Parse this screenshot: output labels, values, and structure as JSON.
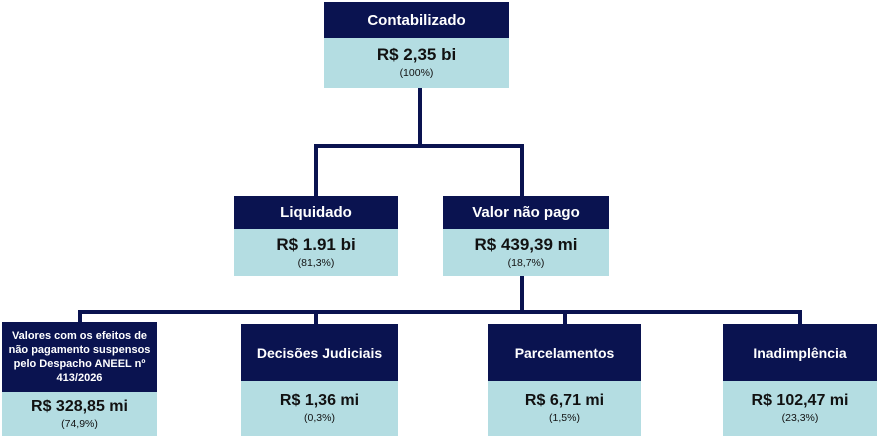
{
  "root": {
    "label": "Contabilizado",
    "value": "R$ 2,35 bi",
    "percent": "(100%)"
  },
  "level2": [
    {
      "label": "Liquidado",
      "value": "R$ 1.91 bi",
      "percent": "(81,3%)"
    },
    {
      "label": "Valor não pago",
      "value": "R$ 439,39 mi",
      "percent": "(18,7%)"
    }
  ],
  "level3": [
    {
      "label_lines": [
        "Valores com os efeitos de",
        "não pagamento suspensos",
        "pelo Despacho ANEEL nº",
        "413/2026"
      ],
      "value": "R$ 328,85 mi",
      "percent": "(74,9%)"
    },
    {
      "label": "Decisões Judiciais",
      "value": "R$ 1,36 mi",
      "percent": "(0,3%)"
    },
    {
      "label": "Parcelamentos",
      "value": "R$ 6,71 mi",
      "percent": "(1,5%)"
    },
    {
      "label": "Inadimplência",
      "value": "R$ 102,47 mi",
      "percent": "(23,3%)"
    }
  ],
  "colors": {
    "header": "#0a1350",
    "body": "#b4dde2",
    "connector": "#0a1350"
  }
}
